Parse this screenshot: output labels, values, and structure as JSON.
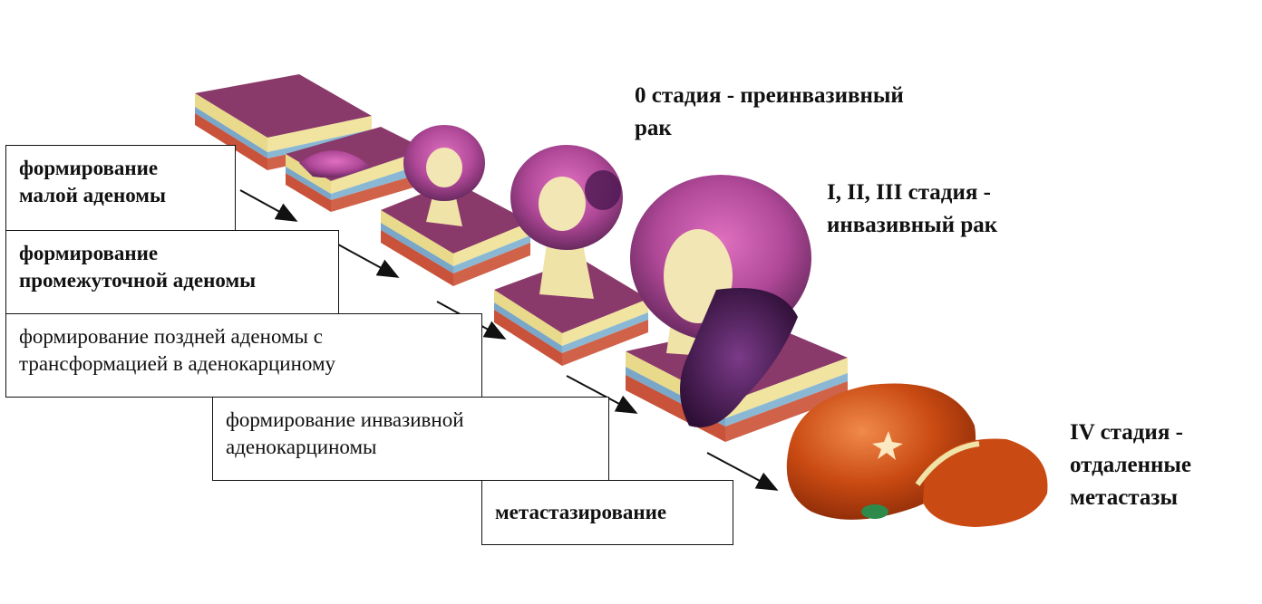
{
  "steps": [
    {
      "id": "small-adenoma",
      "text": "формирование\nмалой аденомы"
    },
    {
      "id": "intermediate-adenoma",
      "text": "формирование\nпромежуточной аденомы"
    },
    {
      "id": "late-adenoma",
      "text": "формирование поздней аденомы с\nтрансформацией в аденокарциному"
    },
    {
      "id": "invasive-adenocarcinoma",
      "text": "формирование инвазивной\nаденокарциномы"
    },
    {
      "id": "metastasis",
      "text": "метастазирование"
    }
  ],
  "stages": [
    {
      "id": "stage-0",
      "text": "0 стадия - преинвазивный\nрак"
    },
    {
      "id": "stage-1-3",
      "text": "I, II, III стадия -\nинвазивный рак"
    },
    {
      "id": "stage-4",
      "text": "IV стадия -\nотдаленные\nметастазы"
    }
  ],
  "colors": {
    "mucosa": "#8a3a6a",
    "mucosa_light": "#c050a0",
    "tumor_dark": "#4a1850",
    "stroma": "#efe3a8",
    "muscle_red": "#c8523a",
    "layer_blue": "#7aa6c8",
    "liver": "#c94a12",
    "liver_light": "#e8743a"
  }
}
